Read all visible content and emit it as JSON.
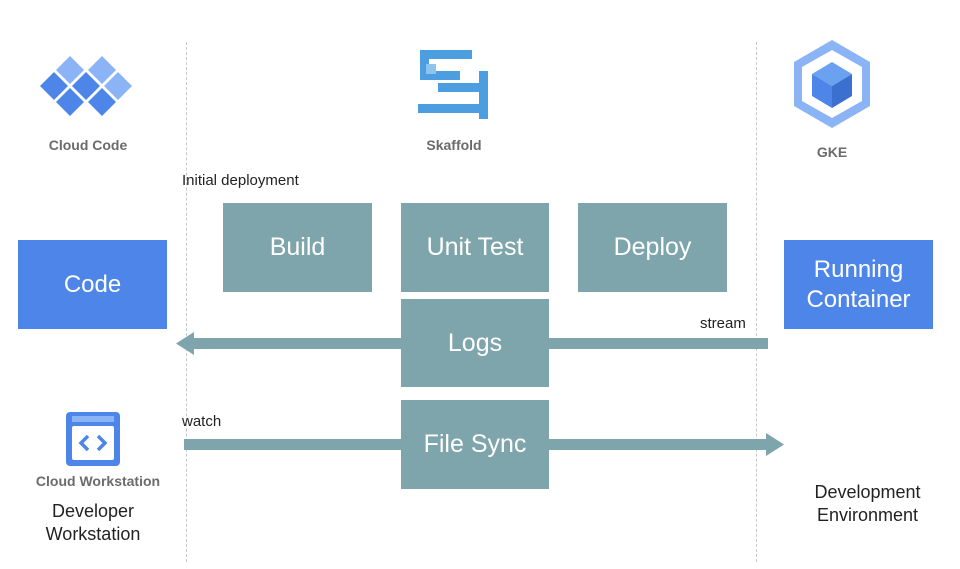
{
  "logos": {
    "cloud_code": "Cloud Code",
    "skaffold": "Skaffold",
    "gke": "GKE",
    "cloud_workstation": "Cloud Workstation"
  },
  "annotations": {
    "initial_deployment": "Initial deployment",
    "stream": "stream",
    "watch": "watch"
  },
  "stages": {
    "build": "Build",
    "unit_test": "Unit Test",
    "deploy": "Deploy",
    "logs": "Logs",
    "file_sync": "File Sync"
  },
  "endpoints": {
    "code": "Code",
    "running_container_line1": "Running",
    "running_container_line2": "Container"
  },
  "environments": {
    "dev_workstation_line1": "Developer",
    "dev_workstation_line2": "Workstation",
    "dev_environment_line1": "Development",
    "dev_environment_line2": "Environment"
  },
  "colors": {
    "stage_box": "#7fa5ac",
    "endpoint_box": "#4d86e8",
    "arrow": "#7fa5ac",
    "logo_blue_dark": "#4d86e8",
    "logo_blue_light": "#8ab4f5"
  }
}
